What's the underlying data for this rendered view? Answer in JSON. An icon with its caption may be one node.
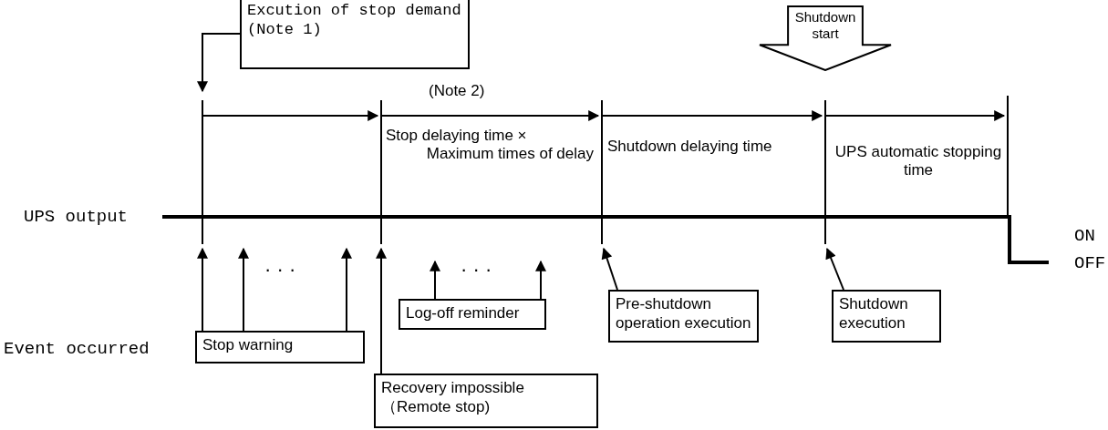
{
  "diagram": {
    "nodes": [
      {
        "text": [
          "Excution of stop demand (Note 1)"
        ]
      },
      {
        "text": [
          "Shutdown start"
        ]
      },
      {
        "text": [
          "Stop warning"
        ]
      },
      {
        "text": [
          "Log-off reminder"
        ]
      },
      {
        "text": [
          "Recovery impossible （Remote stop)"
        ]
      },
      {
        "text": [
          "Pre-shutdown operation execution"
        ]
      },
      {
        "text": [
          "Shutdown execution"
        ]
      }
    ],
    "edges": [
      {
        "from": 0,
        "to": null,
        "arrow": "to"
      },
      {
        "from": 2,
        "to": null,
        "arrow": "to"
      },
      {
        "from": 2,
        "to": null,
        "arrow": "to"
      },
      {
        "from": 2,
        "to": null,
        "arrow": "to"
      },
      {
        "from": 3,
        "to": null,
        "arrow": "to"
      },
      {
        "from": 3,
        "to": null,
        "arrow": "to"
      },
      {
        "from": 4,
        "to": null,
        "arrow": "to"
      },
      {
        "from": 5,
        "to": null,
        "arrow": "to"
      },
      {
        "from": 6,
        "to": null,
        "arrow": "to"
      }
    ],
    "labels": [
      "(Note 2)",
      "Stop delaying time × Maximum times of delay",
      "Shutdown delaying time",
      "UPS automatic stopping time",
      "UPS output",
      "ON",
      "OFF",
      "· · ·",
      "· · ·",
      "Event occurred"
    ]
  }
}
